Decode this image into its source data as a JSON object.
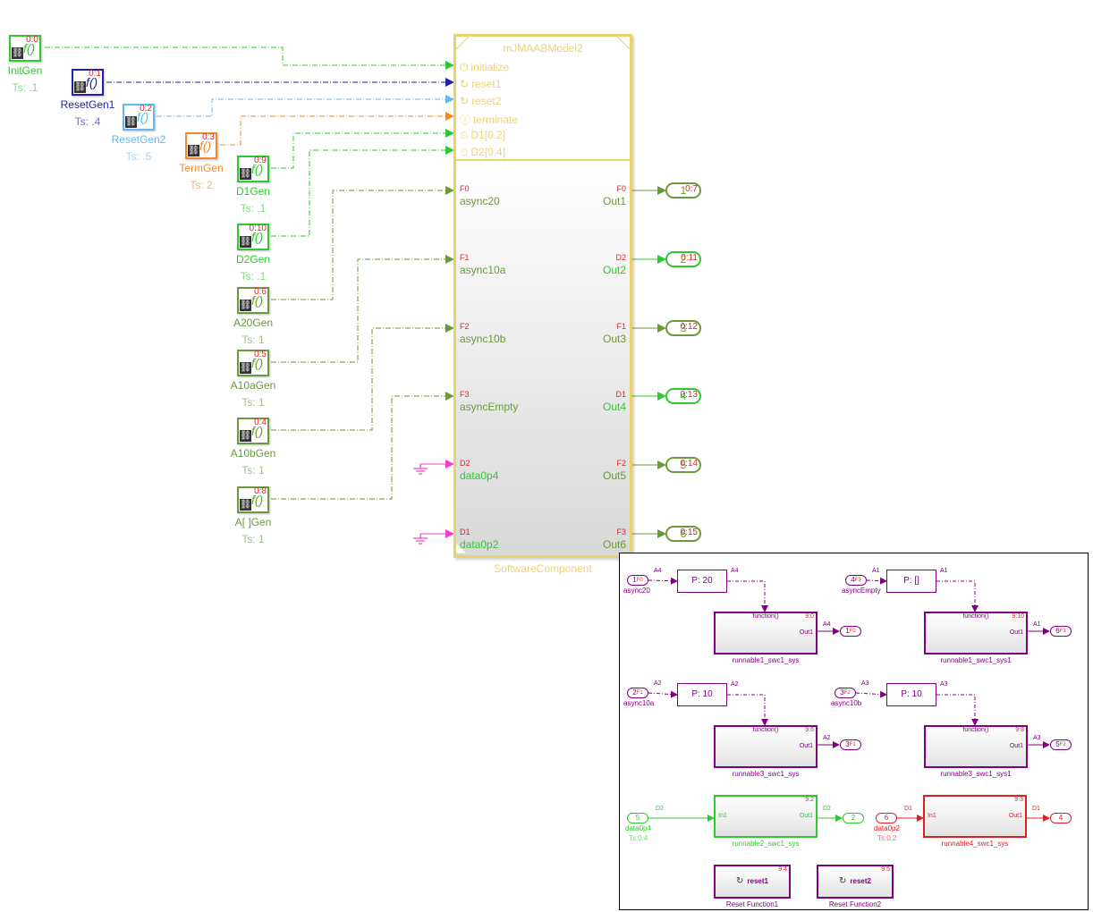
{
  "colors": {
    "green": "#2ec92e",
    "dark_green": "#6a9a3a",
    "blue": "#2020b0",
    "light_blue": "#63b8f0",
    "orange": "#f08a2a",
    "gold": "#e8d26a",
    "red_tag": "#e0242b",
    "magenta": "#f040c8",
    "purple": "#800080",
    "red": "#e02020"
  },
  "generators": [
    {
      "id": "initgen",
      "label": "InitGen",
      "ts": "Ts: .1",
      "index": "0:0",
      "color": "#2ec92e",
      "ts_color": "#7fdc7f"
    },
    {
      "id": "resetgen1",
      "label": "ResetGen1",
      "ts": "Ts: .4",
      "index": "0:1",
      "color": "#2020b0",
      "ts_color": "#7070d0"
    },
    {
      "id": "resetgen2",
      "label": "ResetGen2",
      "ts": "Ts: .5",
      "index": "0:2",
      "color": "#63b8f0",
      "ts_color": "#9fd4f7"
    },
    {
      "id": "termgen",
      "label": "TermGen",
      "ts": "Ts: 2",
      "index": "0:3",
      "color": "#f08a2a",
      "ts_color": "#f5b27a"
    },
    {
      "id": "d1gen",
      "label": "D1Gen",
      "ts": "Ts: .1",
      "index": "0:9",
      "color": "#2ec92e",
      "ts_color": "#7fdc7f"
    },
    {
      "id": "d2gen",
      "label": "D2Gen",
      "ts": "Ts: .1",
      "index": "0:10",
      "color": "#2ec92e",
      "ts_color": "#7fdc7f"
    },
    {
      "id": "a20gen",
      "label": "A20Gen",
      "ts": "Ts: 1",
      "index": "0:6",
      "color": "#6a9a3a",
      "ts_color": "#a0bf88"
    },
    {
      "id": "a10agen",
      "label": "A10aGen",
      "ts": "Ts: 1",
      "index": "0:5",
      "color": "#6a9a3a",
      "ts_color": "#a0bf88"
    },
    {
      "id": "a10bgen",
      "label": "A10bGen",
      "ts": "Ts: 1",
      "index": "0:4",
      "color": "#6a9a3a",
      "ts_color": "#a0bf88"
    },
    {
      "id": "aemptygen",
      "label": "A[ ]Gen",
      "ts": "Ts: 1",
      "index": "0:8",
      "color": "#6a9a3a",
      "ts_color": "#a0bf88"
    }
  ],
  "main_block": {
    "title": "mJMAABModel2",
    "caption": "SoftwareComponent",
    "function_ports": [
      {
        "label": "initialize",
        "icon": "power-icon",
        "glyph": "⏻",
        "arrow_color": "#2ec92e"
      },
      {
        "label": "reset1",
        "icon": "reset-icon",
        "glyph": "↻",
        "arrow_color": "#2020b0"
      },
      {
        "label": "reset2",
        "icon": "reset-icon",
        "glyph": "↻",
        "arrow_color": "#63b8f0"
      },
      {
        "label": "terminate",
        "icon": "terminate-icon",
        "glyph": "ⓘ",
        "arrow_color": "#f08a2a"
      },
      {
        "label": "D1[0.2]",
        "icon": "timer-icon",
        "glyph": "⏲",
        "arrow_color": "#2ec92e"
      },
      {
        "label": "D2[0.4]",
        "icon": "timer-icon",
        "glyph": "⏲",
        "arrow_color": "#2ec92e"
      }
    ],
    "inputs": [
      {
        "label": "async20",
        "tag": "F0",
        "color": "#6a9a3a"
      },
      {
        "label": "async10a",
        "tag": "F1",
        "color": "#6a9a3a"
      },
      {
        "label": "async10b",
        "tag": "F2",
        "color": "#6a9a3a"
      },
      {
        "label": "asyncEmpty",
        "tag": "F3",
        "color": "#6a9a3a"
      },
      {
        "label": "data0p4",
        "tag": "D2",
        "color": "#2ec92e"
      },
      {
        "label": "data0p2",
        "tag": "D1",
        "color": "#2ec92e"
      }
    ],
    "outputs": [
      {
        "label": "Out1",
        "tag": "F0",
        "color": "#6a9a3a",
        "port_num": "1",
        "index": "0:7"
      },
      {
        "label": "Out2",
        "tag": "D2",
        "color": "#2ec92e",
        "port_num": "2",
        "index": "0:11"
      },
      {
        "label": "Out3",
        "tag": "F1",
        "color": "#6a9a3a",
        "port_num": "3",
        "index": "0:12"
      },
      {
        "label": "Out4",
        "tag": "D1",
        "color": "#2ec92e",
        "port_num": "4",
        "index": "0:13"
      },
      {
        "label": "Out5",
        "tag": "F2",
        "color": "#6a9a3a",
        "port_num": "5",
        "index": "0:14"
      },
      {
        "label": "Out6",
        "tag": "F3",
        "color": "#6a9a3a",
        "port_num": "6",
        "index": "0:15"
      }
    ]
  },
  "inset": {
    "async_rows": [
      {
        "in_num": "1",
        "in_tag": "F0",
        "in_label": "async20",
        "sig": "A4",
        "period": "P: 20",
        "function_label": "function()",
        "sid": "9:0",
        "out_port": "Out1",
        "sub_label": "runnable1_swc1_sys",
        "out_num": "1",
        "out_tag": "F0"
      },
      {
        "in_num": "4",
        "in_tag": "F3",
        "in_label": "asyncEmpty",
        "sig": "A1",
        "period": "P: []",
        "function_label": "function()",
        "sid": "9:10",
        "out_port": "Out1",
        "sub_label": "runnable1_swc1_sys1",
        "out_num": "6",
        "out_tag": "F3"
      },
      {
        "in_num": "2",
        "in_tag": "F1",
        "in_label": "async10a",
        "sig": "A2",
        "period": "P: 10",
        "function_label": "function()",
        "sid": "9:6",
        "out_port": "Out1",
        "sub_label": "runnable3_swc1_sys",
        "out_num": "3",
        "out_tag": "F1"
      },
      {
        "in_num": "3",
        "in_tag": "F2",
        "in_label": "async10b",
        "sig": "A3",
        "period": "P: 10",
        "function_label": "function()",
        "sid": "9:8",
        "out_port": "Out1",
        "sub_label": "runnable3_swc1_sys1",
        "out_num": "5",
        "out_tag": "F2"
      }
    ],
    "data_rows": [
      {
        "in_num": "5",
        "in_label": "data0p4",
        "in_ts": "Ts:0.4",
        "sig": "D2",
        "in_port": "In1",
        "out_port": "Out1",
        "sid": "9:2",
        "sub_label": "runnable2_swc1_sys",
        "out_num": "2",
        "color": "#2ec92e"
      },
      {
        "in_num": "6",
        "in_label": "data0p2",
        "in_ts": "Ts:0.2",
        "sig": "D1",
        "in_port": "In1",
        "out_port": "Out1",
        "sid": "9:3",
        "sub_label": "runnable4_swc1_sys",
        "out_num": "4",
        "color": "#e02020"
      }
    ],
    "reset_blocks": [
      {
        "label": "reset1",
        "sid": "9:4",
        "caption": "Reset Function1"
      },
      {
        "label": "reset2",
        "sid": "9:5",
        "caption": "Reset Function2"
      }
    ]
  }
}
